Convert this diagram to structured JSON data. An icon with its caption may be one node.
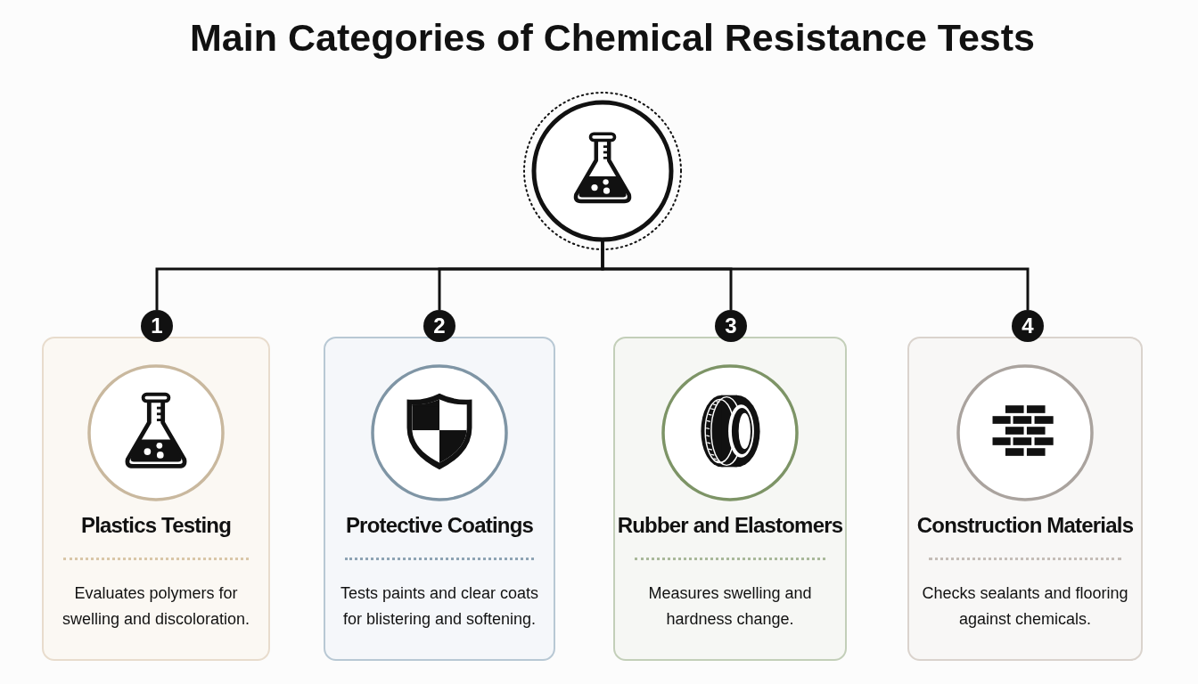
{
  "diagram": {
    "title": "Main Categories of Chemical Resistance Tests",
    "nodes": [
      {
        "text": [],
        "shape": "circle"
      },
      {
        "text": [
          "1"
        ]
      },
      {
        "text": [
          "Plastics Testing",
          "Evaluates polymers for swelling and discoloration."
        ]
      },
      {
        "text": [
          "2"
        ]
      },
      {
        "text": [
          "Protective Coatings",
          "Tests paints and clear coats for blistering and softening."
        ]
      },
      {
        "text": [
          "3"
        ]
      },
      {
        "text": [
          "Rubber and Elastomers",
          "Measures swelling and hardness change."
        ]
      },
      {
        "text": [
          "4"
        ]
      },
      {
        "text": [
          "Construction Materials",
          "Checks sealants and flooring against chemicals."
        ]
      }
    ],
    "edges": [
      {
        "from": 0,
        "to": 1,
        "arrow": "none"
      },
      {
        "from": 0,
        "to": 3,
        "arrow": "none"
      },
      {
        "from": 0,
        "to": 5,
        "arrow": "none"
      },
      {
        "from": 0,
        "to": 7,
        "arrow": "none"
      }
    ]
  }
}
